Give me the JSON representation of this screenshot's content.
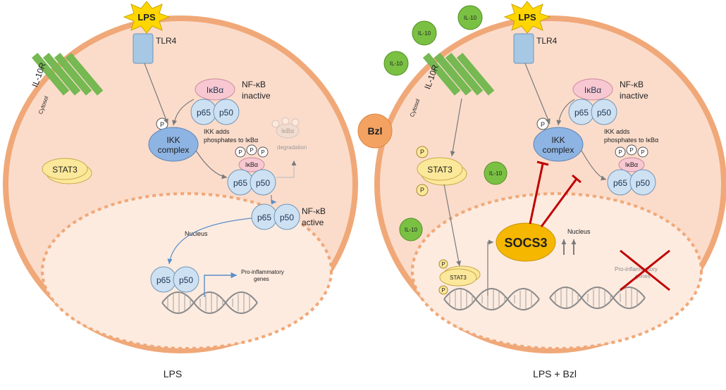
{
  "panels": [
    {
      "caption": "LPS",
      "lps": "LPS",
      "tlr4": "TLR4",
      "il10r": "IL-10R",
      "cytosol": "Cytosol",
      "nucleus": "Nucleus",
      "stat3": "STAT3",
      "ikba": "IκBα",
      "p65": "p65",
      "p50": "p50",
      "nfkb": "NF-κB",
      "inactive": "inactive",
      "active": "active",
      "p": "P",
      "ikk1": "IKK",
      "ikk2": "complex",
      "ikk_adds1": "IKK adds",
      "ikk_adds2": "phosphates to IκBα",
      "degradation": "degradation",
      "proinf1": "Pro-inflammatory",
      "proinf2": "genes"
    },
    {
      "caption": "LPS + Bzl",
      "lps": "LPS",
      "tlr4": "TLR4",
      "il10r": "IL-10R",
      "cytosol": "Cytosol",
      "nucleus": "Nucleus",
      "stat3": "STAT3",
      "ikba": "IκBα",
      "p65": "p65",
      "p50": "p50",
      "nfkb": "NF-κB",
      "inactive": "inactive",
      "p": "P",
      "ikk1": "IKK",
      "ikk2": "complex",
      "ikk_adds1": "IKK adds",
      "ikk_adds2": "phosphates to IκBα",
      "bzl": "Bzl",
      "il10": "IL-10",
      "socs3": "SOCS3",
      "proinf1": "Pro-inflammatory",
      "proinf2": "genes"
    }
  ],
  "colors": {
    "cell_fill": "#fbdccb",
    "cell_stroke": "#f0a878",
    "receptor": "#a6c8e4",
    "tlr_green": "#76b852",
    "ikba": "#f8c8d2",
    "p_subunit": "#cde1f3",
    "ikk": "#8eb4e3",
    "stat3": "#fce89a",
    "socs3": "#f5b700",
    "il10": "#7ac143",
    "bzl": "#f4a261",
    "inhibit": "#c00000",
    "cross": "#c00000",
    "lps_star": "#ffd600"
  }
}
